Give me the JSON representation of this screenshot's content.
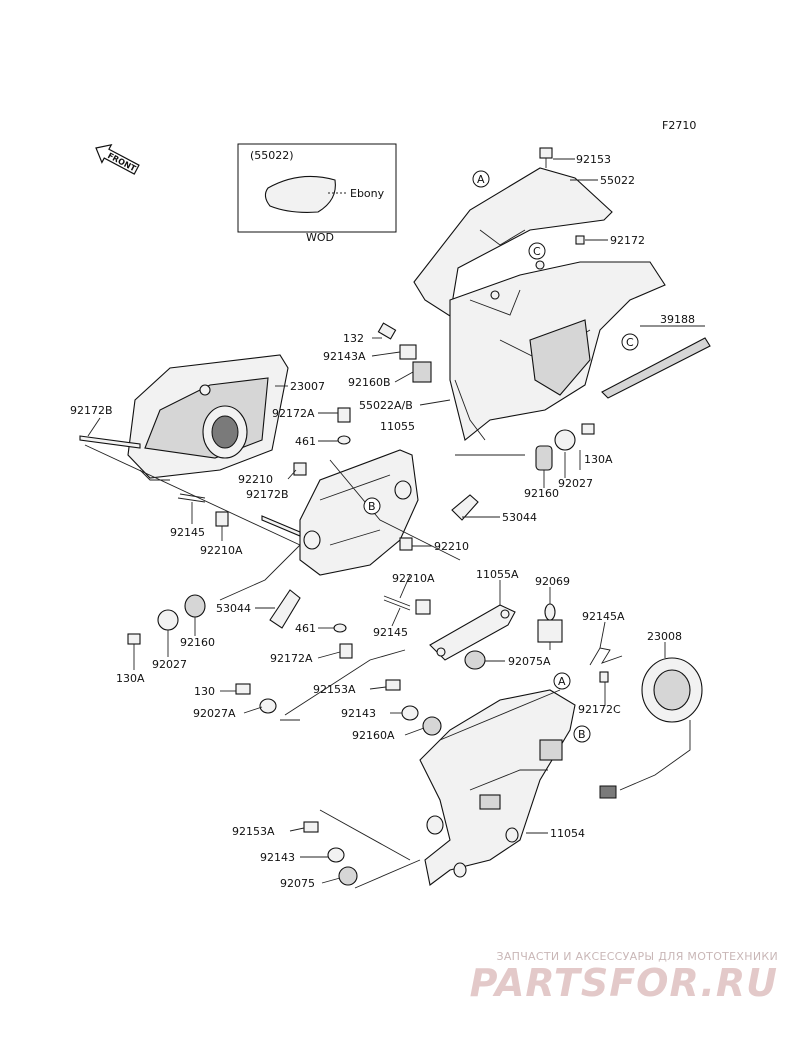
{
  "figure_code": "F2710",
  "front_label": "FRONT",
  "inset": {
    "title": "(55022)",
    "variant": "Ebony",
    "caption": "WOD"
  },
  "callouts": [
    "A",
    "B",
    "C"
  ],
  "parts": {
    "p92153_top": "92153",
    "p55022": "55022",
    "p92172": "92172",
    "p39188": "39188",
    "p132": "132",
    "p92143A": "92143A",
    "p92160B": "92160B",
    "p55022AB": "55022A/B",
    "p23007": "23007",
    "p92172B_left": "92172B",
    "p92172A_top": "92172A",
    "p461_top": "461",
    "p11055": "11055",
    "p92210_left": "92210",
    "p92172B_mid": "92172B",
    "p130A_right": "130A",
    "p92160_right": "92160",
    "p92027_right": "92027",
    "p53044_right": "53044",
    "p92145_left": "92145",
    "p92210A_left": "92210A",
    "p92210_right": "92210",
    "p92210A_mid": "92210A",
    "p11055A": "11055A",
    "p92069": "92069",
    "p53044_left": "53044",
    "p461_bottom": "461",
    "p92145_mid": "92145",
    "p92145A": "92145A",
    "p23008": "23008",
    "p92160_left": "92160",
    "p92027_left": "92027",
    "p130A_left": "130A",
    "p92172A_bottom": "92172A",
    "p92075A": "92075A",
    "p130": "130",
    "p92153A_mid": "92153A",
    "p92027A": "92027A",
    "p92143_mid": "92143",
    "p92160A": "92160A",
    "p92172C": "92172C",
    "p92153A_bottom": "92153A",
    "p11054": "11054",
    "p92143_bottom": "92143",
    "p92075": "92075"
  },
  "watermark": {
    "subtitle": "ЗАПЧАСТИ И АКСЕССУАРЫ ДЛЯ МОТОТЕХНИКИ",
    "logo": "PARTSFOR.RU"
  }
}
